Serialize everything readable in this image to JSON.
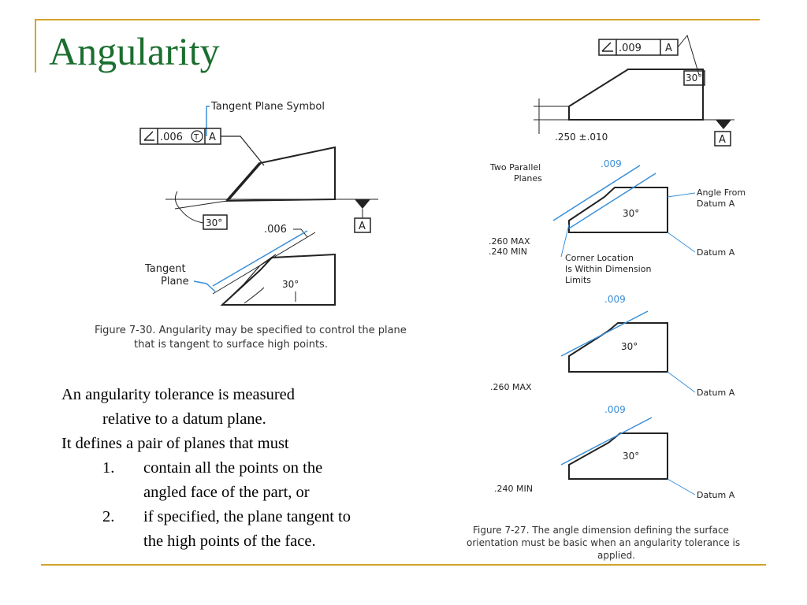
{
  "slide": {
    "title": "Angularity"
  },
  "figure_left": {
    "tangent_plane_symbol_label": "Tangent Plane Symbol",
    "fcf_value": ".006",
    "fcf_modifier": "T",
    "fcf_datum": "A",
    "angle": "30°",
    "zone": ".006",
    "datum": "A",
    "tangent_plane_label": [
      "Tangent",
      "Plane"
    ],
    "caption_line1": "Figure 7-30. Angularity may be specified to control the plane",
    "caption_line2": "that is tangent to surface high points."
  },
  "figure_right": {
    "fcf_value": ".009",
    "fcf_datum": "A",
    "angle": "30°",
    "dimension": ".250 ±.010",
    "datum": "A",
    "zone": ".009",
    "two_parallel_planes": [
      "Two Parallel",
      "Planes"
    ],
    "angle_from_datum": [
      "Angle From",
      "Datum A"
    ],
    "max": ".260 MAX",
    "min": ".240 MIN",
    "datum_a_label": "Datum A",
    "corner_location": [
      "Corner Location",
      "Is Within Dimension",
      "Limits"
    ],
    "caption_line1": "Figure 7-27. The angle dimension defining the surface",
    "caption_line2": "orientation must be basic when an angularity tolerance is",
    "caption_line3": "applied."
  },
  "body": {
    "line1": "An angularity tolerance is measured",
    "line2": "relative to a datum plane.",
    "line3": "It defines a pair of planes that must",
    "items": [
      {
        "num": "1.",
        "text_a": "contain all the points on the",
        "text_b": "angled face of the part, or"
      },
      {
        "num": "2.",
        "text_a": "if specified, the plane tangent to",
        "text_b": "the high points of the face."
      }
    ]
  },
  "colors": {
    "accent": "#d4a32a",
    "title": "#1b6e2f",
    "callout": "#3a8fd8"
  }
}
